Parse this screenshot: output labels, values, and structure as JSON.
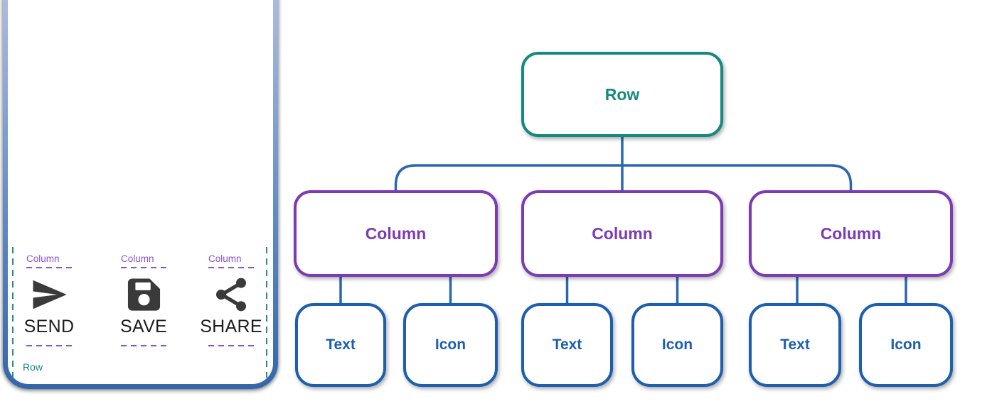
{
  "preview": {
    "row_label": "Row",
    "columns": [
      {
        "label": "Column",
        "icon": "send-icon",
        "button_text": "SEND"
      },
      {
        "label": "Column",
        "icon": "save-icon",
        "button_text": "SAVE"
      },
      {
        "label": "Column",
        "icon": "share-icon",
        "button_text": "SHARE"
      }
    ]
  },
  "tree": {
    "root": {
      "label": "Row"
    },
    "columns": [
      {
        "label": "Column",
        "children": [
          {
            "label": "Text"
          },
          {
            "label": "Icon"
          }
        ]
      },
      {
        "label": "Column",
        "children": [
          {
            "label": "Text"
          },
          {
            "label": "Icon"
          }
        ]
      },
      {
        "label": "Column",
        "children": [
          {
            "label": "Text"
          },
          {
            "label": "Icon"
          }
        ]
      }
    ]
  },
  "colors": {
    "teal": "#14897E",
    "purple": "#7C3AB3",
    "blue": "#1D5FAE",
    "connector": "#2B67B0",
    "purple_light": "#8B50CC",
    "teal_dash": "#2E8B80",
    "icon": "#3A3A3A",
    "label_dark": "#1D1D1D",
    "phone_top": "#B3C1E3",
    "phone_bottom": "#3366AC"
  }
}
